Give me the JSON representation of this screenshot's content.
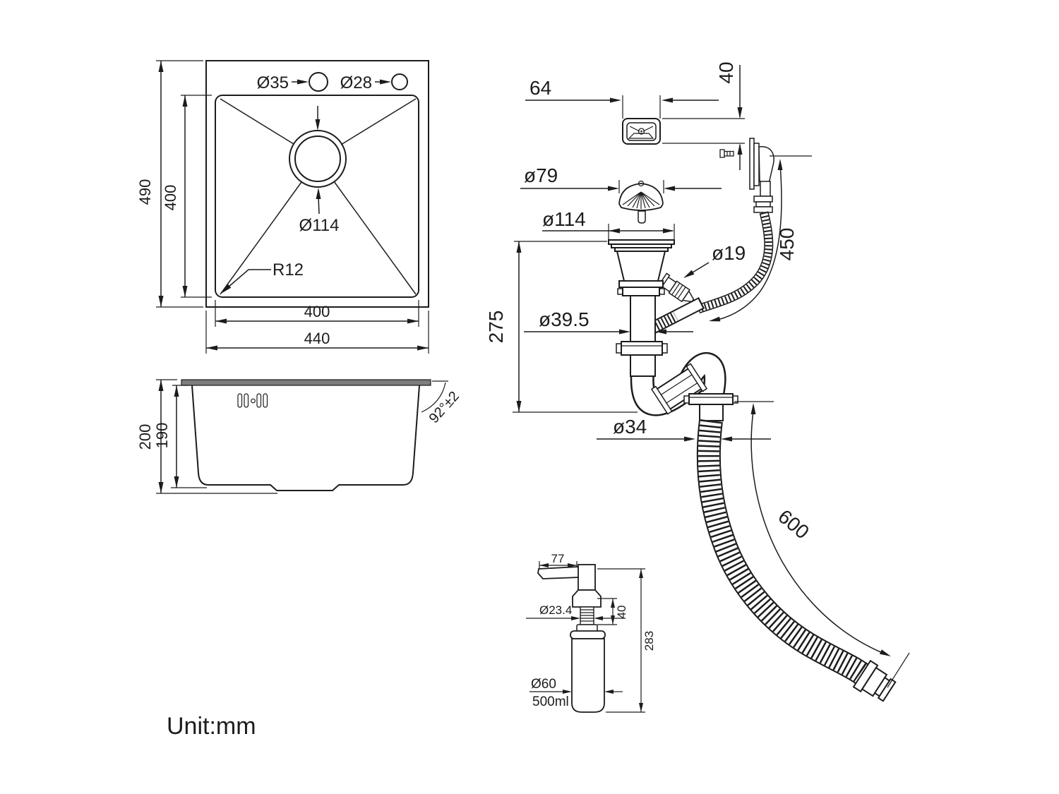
{
  "unit_label": "Unit:mm",
  "top_view": {
    "hole_left": "Ø35",
    "hole_right": "Ø28",
    "drain_dia": "Ø114",
    "corner_radius": "R12",
    "outer_height": "490",
    "inner_height": "400",
    "inner_width": "400",
    "outer_width": "440"
  },
  "side_view": {
    "outer_depth": "200",
    "inner_depth": "190",
    "rim_angle": "92°±2"
  },
  "drain_assembly": {
    "overflow_width": "64",
    "overflow_depth": "40",
    "strainer_dia": "ø79",
    "flange_dia": "ø114",
    "overflow_hose_dia": "ø19",
    "tailpipe_dia": "ø39.5",
    "height": "275",
    "overflow_hose_length": "450",
    "outlet_hose_dia": "ø34",
    "outlet_hose_length": "600"
  },
  "dispenser": {
    "spout_length": "77",
    "thread_dia": "Ø23.4",
    "pump_height": "40",
    "total_height": "283",
    "bottle_dia": "Ø60",
    "capacity": "500ml"
  }
}
